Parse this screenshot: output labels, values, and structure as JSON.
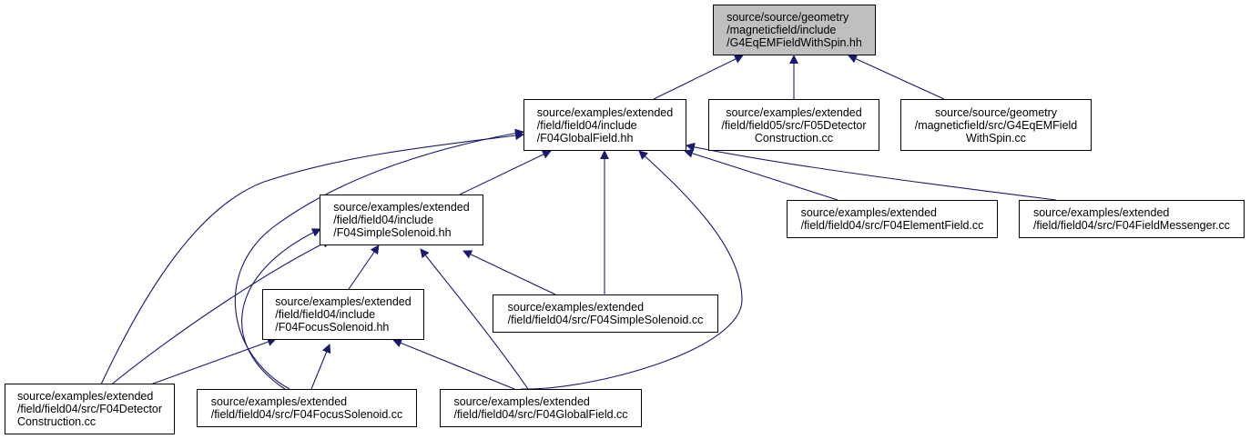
{
  "colors": {
    "edge": "#191970",
    "root_fill": "#bfbfbf",
    "node_fill": "#ffffff",
    "border": "#000000"
  },
  "nodes": {
    "root": "source/source/geometry\n/magneticfield/include\n/G4EqEMFieldWithSpin.hh",
    "global_field_hh": "source/examples/extended\n/field/field04/include\n/F04GlobalField.hh",
    "f05_detector": "source/examples/extended\n/field/field05/src/F05Detector\nConstruction.cc",
    "g4eqem_cc": "source/source/geometry\n/magneticfield/src/G4EqEMField\nWithSpin.cc",
    "simple_solenoid_hh": "source/examples/extended\n/field/field04/include\n/F04SimpleSolenoid.hh",
    "element_field_cc": "source/examples/extended\n/field/field04/src/F04ElementField.cc",
    "field_messenger_cc": "source/examples/extended\n/field/field04/src/F04FieldMessenger.cc",
    "focus_solenoid_hh": "source/examples/extended\n/field/field04/include\n/F04FocusSolenoid.hh",
    "simple_solenoid_cc": "source/examples/extended\n/field/field04/src/F04SimpleSolenoid.cc",
    "f04_detector_cc": "source/examples/extended\n/field/field04/src/F04Detector\nConstruction.cc",
    "focus_solenoid_cc": "source/examples/extended\n/field/field04/src/F04FocusSolenoid.cc",
    "global_field_cc": "source/examples/extended\n/field/field04/src/F04GlobalField.cc"
  }
}
